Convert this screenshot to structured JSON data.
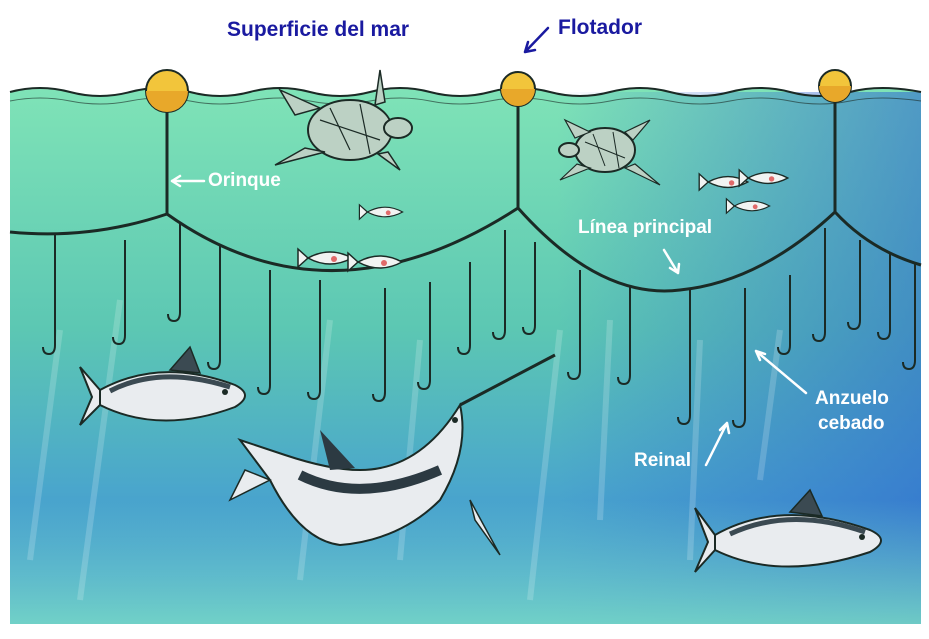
{
  "labels": {
    "sea_surface": "Superficie del mar",
    "float": "Flotador",
    "float_line": "Orinque",
    "main_line": "Línea principal",
    "baited_hook_line1": "Anzuelo",
    "baited_hook_line2": "cebado",
    "branch_line": "Reinal"
  },
  "colors": {
    "label_blue": "#1a1aa0",
    "label_white": "#ffffff",
    "water_top": "#6fd9ad",
    "water_bottom": "#2f7fd6",
    "float_yellow": "#f2c53b",
    "line": "#1b2a25"
  },
  "icons": [
    "float-buoy-icon",
    "turtle-icon",
    "tuna-icon",
    "swordfish-icon",
    "small-fish-icon",
    "baited-hook-icon"
  ]
}
